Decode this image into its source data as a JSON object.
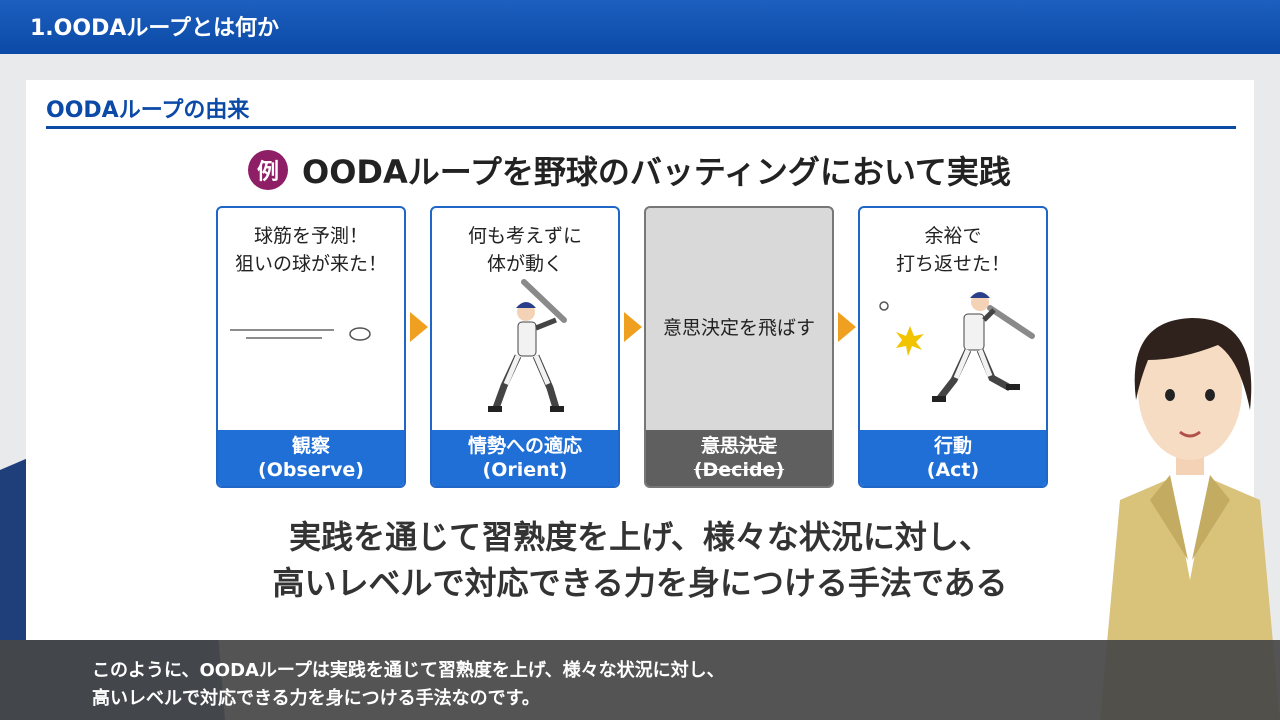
{
  "header": {
    "title": "1.OODAループとは何か"
  },
  "section": {
    "title": "OODAループの由来"
  },
  "example": {
    "badge": "例",
    "headline": "OODAループを野球のバッティングにおいて実践"
  },
  "steps": [
    {
      "text_line1": "球筋を予測！",
      "text_line2": "狙いの球が来た！",
      "label": "観察",
      "sublabel": "(Observe)"
    },
    {
      "text_line1": "何も考えずに",
      "text_line2": "体が動く",
      "label": "情勢への適応",
      "sublabel": "(Orient)"
    },
    {
      "text_line1": "意思決定を飛ばす",
      "label": "意思決定",
      "sublabel": "(Decide)"
    },
    {
      "text_line1": "余裕で",
      "text_line2": "打ち返せた！",
      "label": "行動",
      "sublabel": "(Act)"
    }
  ],
  "message": {
    "line1": "実践を通じて習熟度を上げ、様々な状況に対し、",
    "line2": "高いレベルで対応できる力を身につける手法である"
  },
  "caption": {
    "line1": "このように、OODAループは実践を通じて習熟度を上げ、様々な状況に対し、",
    "line2": "高いレベルで対応できる力を身につける手法なのです。"
  },
  "colors": {
    "header_blue": "#0b4aa6",
    "card_blue": "#1f6fd6",
    "badge_purple": "#8e1e66",
    "arrow_orange": "#f0a020",
    "skipped_grey": "#5f5f5f"
  }
}
